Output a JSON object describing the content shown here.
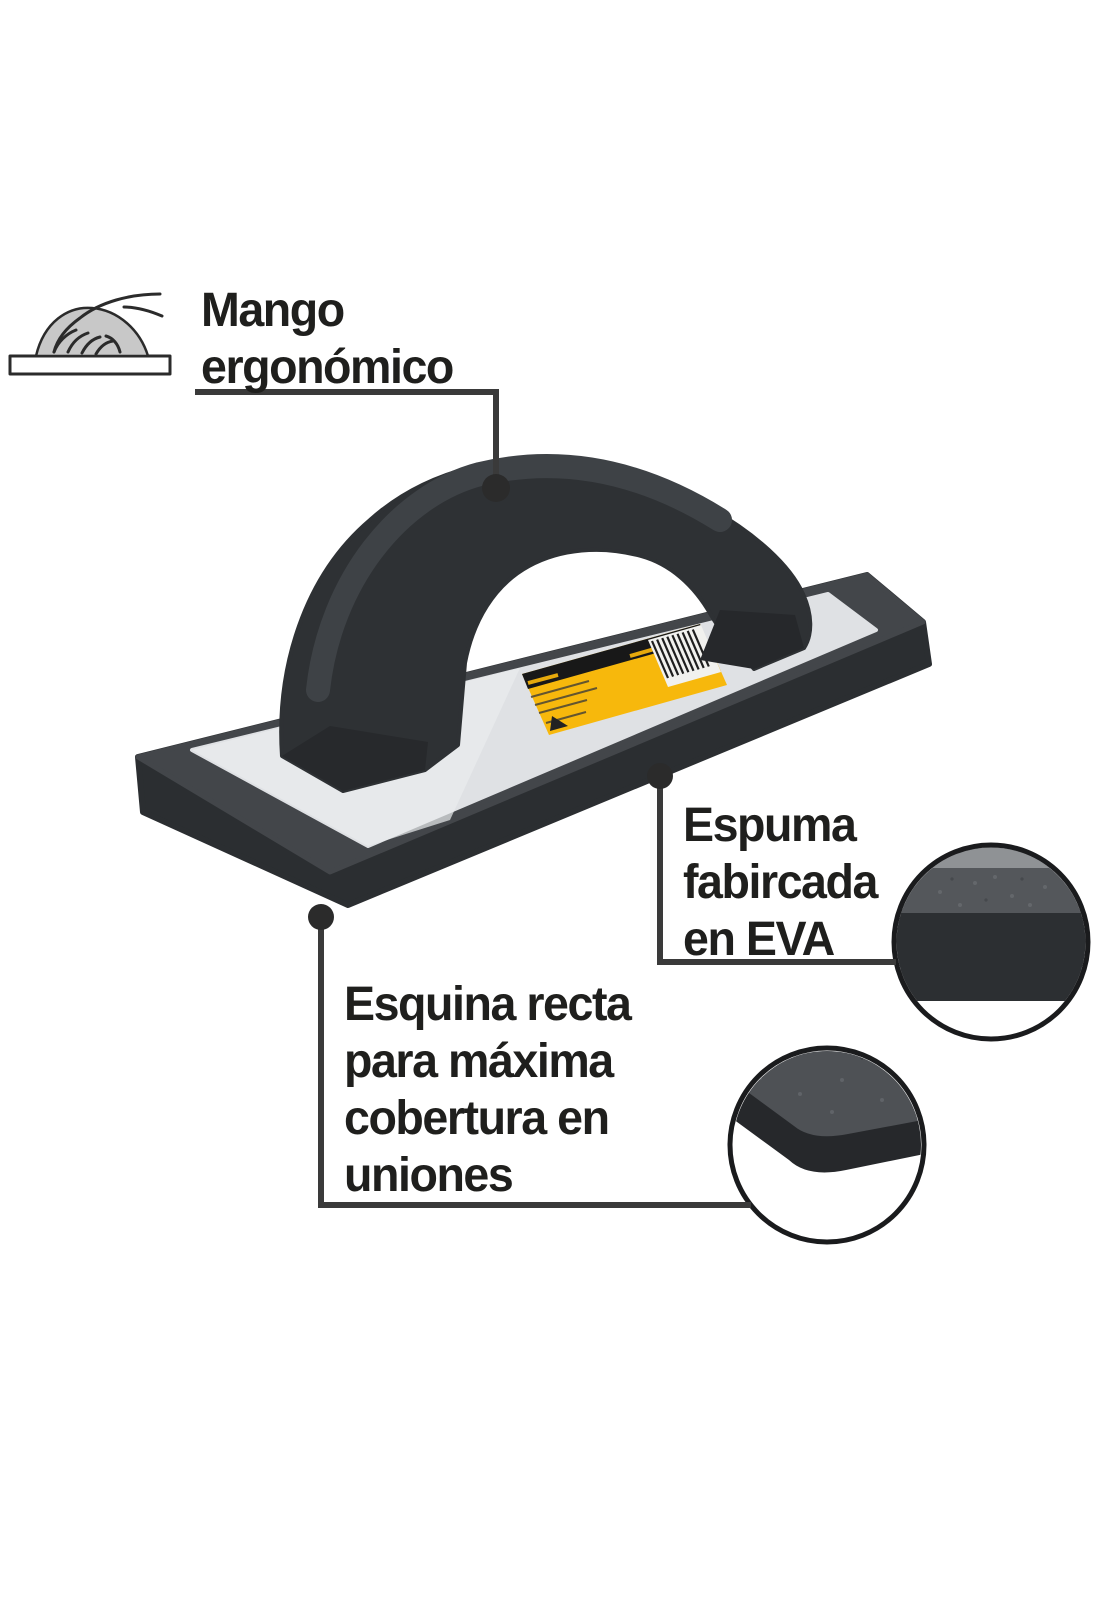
{
  "image": {
    "kind": "annotated product feature illustration",
    "background": "#ffffff"
  },
  "product": {
    "illustration": "foam-float-with-ergonomic-handle",
    "label": {
      "style": "yellow sticker with black brand band and barcode",
      "text_legible": false
    }
  },
  "annotations": {
    "mango_ergonomico": {
      "lines": [
        "Mango",
        "ergonómico"
      ]
    },
    "espuma_eva": {
      "lines": [
        "Espuma",
        "fabircada",
        "en EVA"
      ]
    },
    "esquina_recta": {
      "lines": [
        "Esquina recta",
        "para máxima",
        "cobertura en",
        "uniones"
      ]
    }
  },
  "icons": {
    "hand_grip": "hand-gripping-float-icon"
  },
  "insets": {
    "foam_edge": "close-up of EVA foam edge",
    "corner": "close-up of straight square corner"
  },
  "colors": {
    "text": "#1f1f1d",
    "callout_line": "#3a3a3a",
    "callout_dot": "#2b2b2b",
    "handle": "#2e3134",
    "base_rim": "#43464a",
    "base_side": "#2b2e31",
    "foam_surface": "#dfe1e4",
    "label_yellow": "#f7b80c",
    "label_band": "#181818",
    "inset_foam_gray": "#54575b",
    "inset_edge_dark": "#2c2f32"
  }
}
